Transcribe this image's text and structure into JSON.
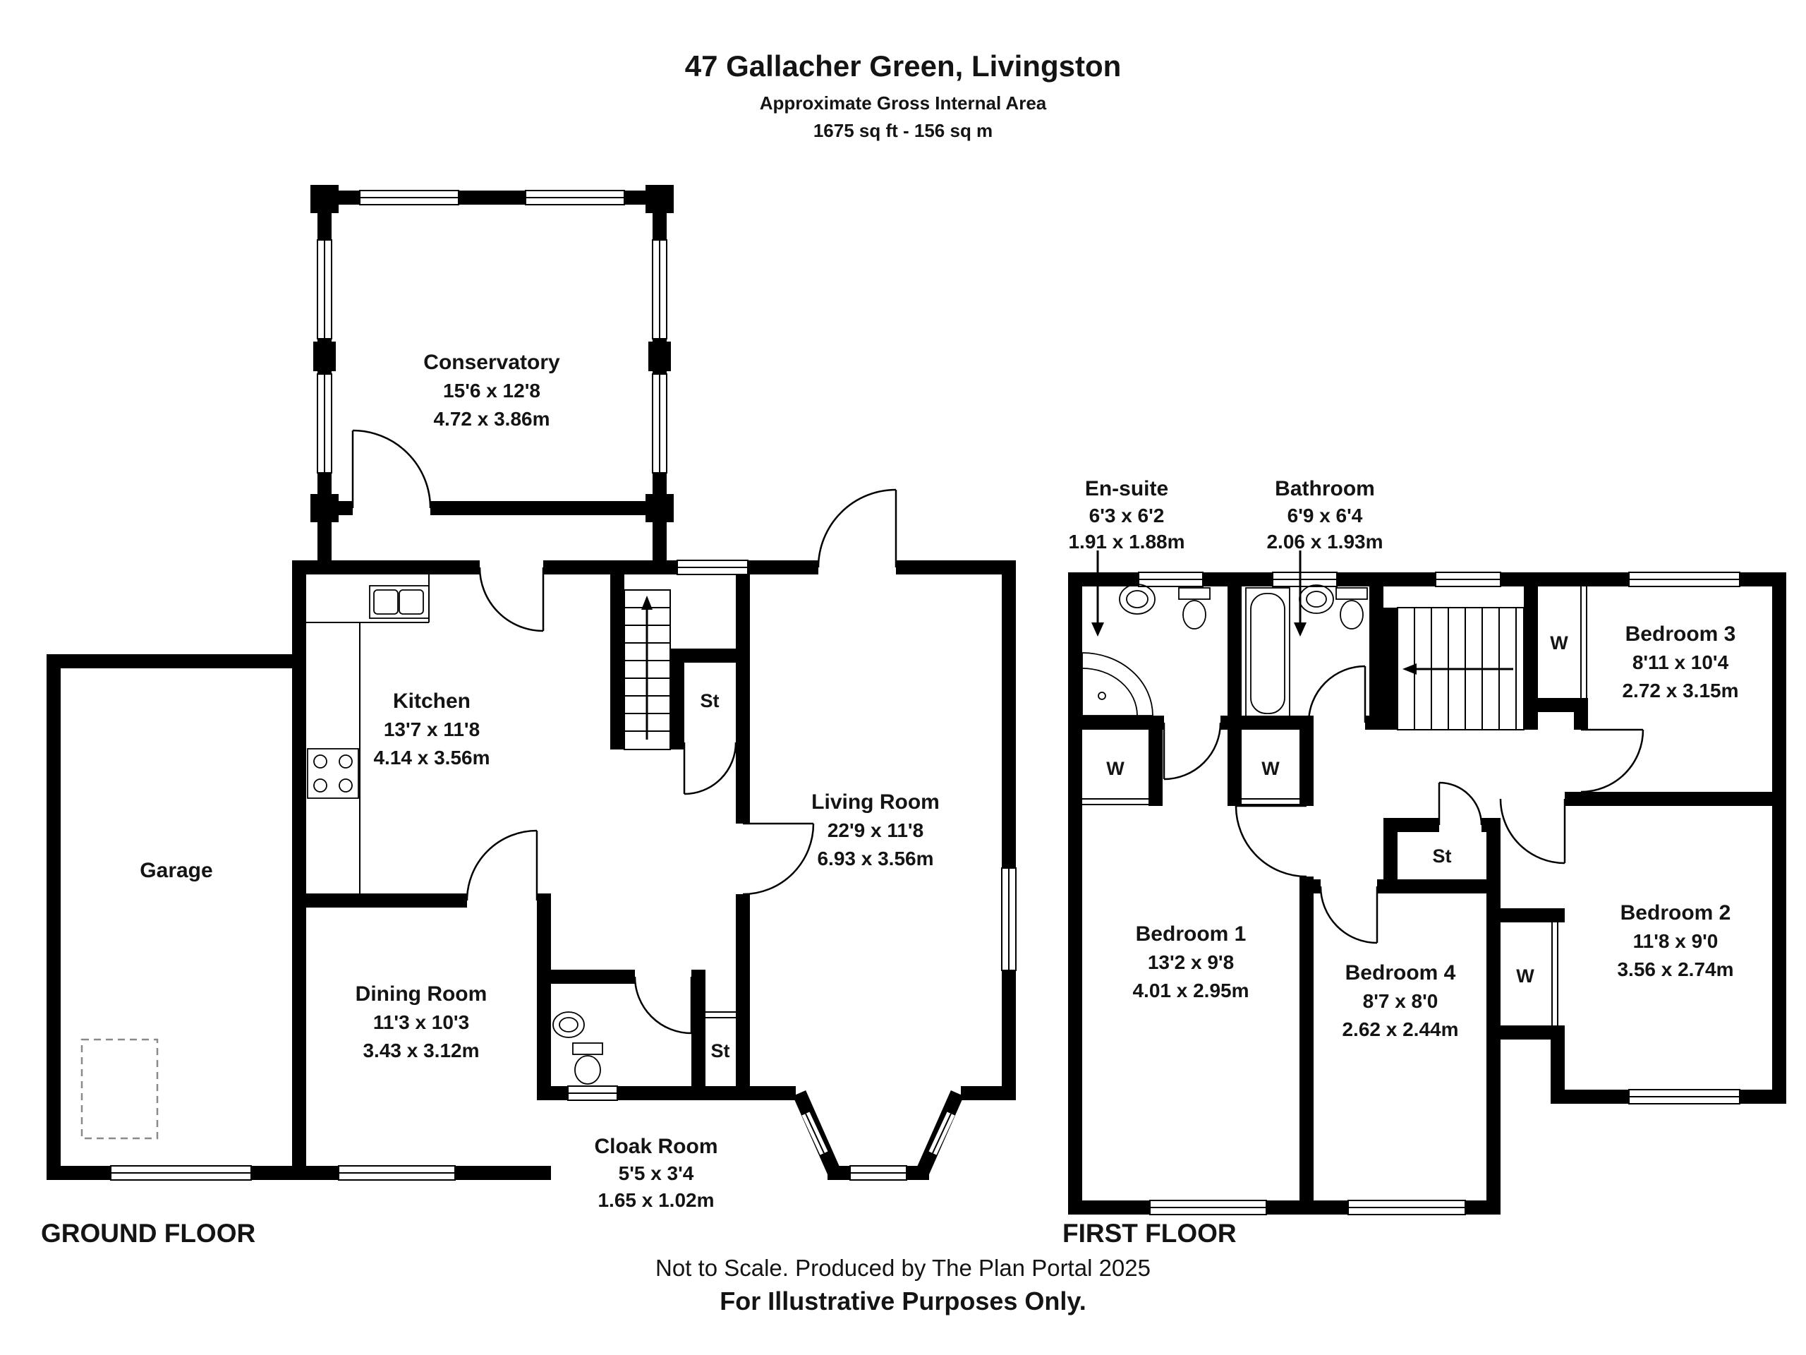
{
  "title": {
    "address": "47 Gallacher Green, Livingston",
    "subtitle": "Approximate Gross Internal Area",
    "area": "1675 sq ft - 156 sq m"
  },
  "ground_floor": {
    "label": "GROUND FLOOR",
    "rooms": {
      "conservatory": {
        "name": "Conservatory",
        "imperial": "15'6 x 12'8",
        "metric": "4.72 x 3.86m"
      },
      "kitchen": {
        "name": "Kitchen",
        "imperial": "13'7 x 11'8",
        "metric": "4.14 x 3.56m"
      },
      "living_room": {
        "name": "Living Room",
        "imperial": "22'9 x 11'8",
        "metric": "6.93 x 3.56m"
      },
      "dining_room": {
        "name": "Dining Room",
        "imperial": "11'3 x 10'3",
        "metric": "3.43 x 3.12m"
      },
      "cloak_room": {
        "name": "Cloak Room",
        "imperial": "5'5 x 3'4",
        "metric": "1.65 x 1.02m"
      },
      "garage": {
        "name": "Garage"
      },
      "store": {
        "name": "St"
      }
    }
  },
  "first_floor": {
    "label": "FIRST FLOOR",
    "rooms": {
      "en_suite": {
        "name": "En-suite",
        "imperial": "6'3 x 6'2",
        "metric": "1.91 x 1.88m"
      },
      "bathroom": {
        "name": "Bathroom",
        "imperial": "6'9 x 6'4",
        "metric": "2.06 x 1.93m"
      },
      "bedroom_1": {
        "name": "Bedroom 1",
        "imperial": "13'2 x 9'8",
        "metric": "4.01 x 2.95m"
      },
      "bedroom_2": {
        "name": "Bedroom 2",
        "imperial": "11'8 x 9'0",
        "metric": "3.56 x 2.74m"
      },
      "bedroom_3": {
        "name": "Bedroom 3",
        "imperial": "8'11 x 10'4",
        "metric": "2.72 x 3.15m"
      },
      "bedroom_4": {
        "name": "Bedroom 4",
        "imperial": "8'7 x 8'0",
        "metric": "2.62 x 2.44m"
      },
      "store": {
        "name": "St"
      },
      "wardrobe": {
        "name": "W"
      }
    }
  },
  "footer": {
    "line1": "Not to Scale. Produced by The Plan Portal 2025",
    "line2": "For Illustrative Purposes Only."
  },
  "colors": {
    "wall": "#000000",
    "background": "#ffffff",
    "text": "#141414"
  }
}
